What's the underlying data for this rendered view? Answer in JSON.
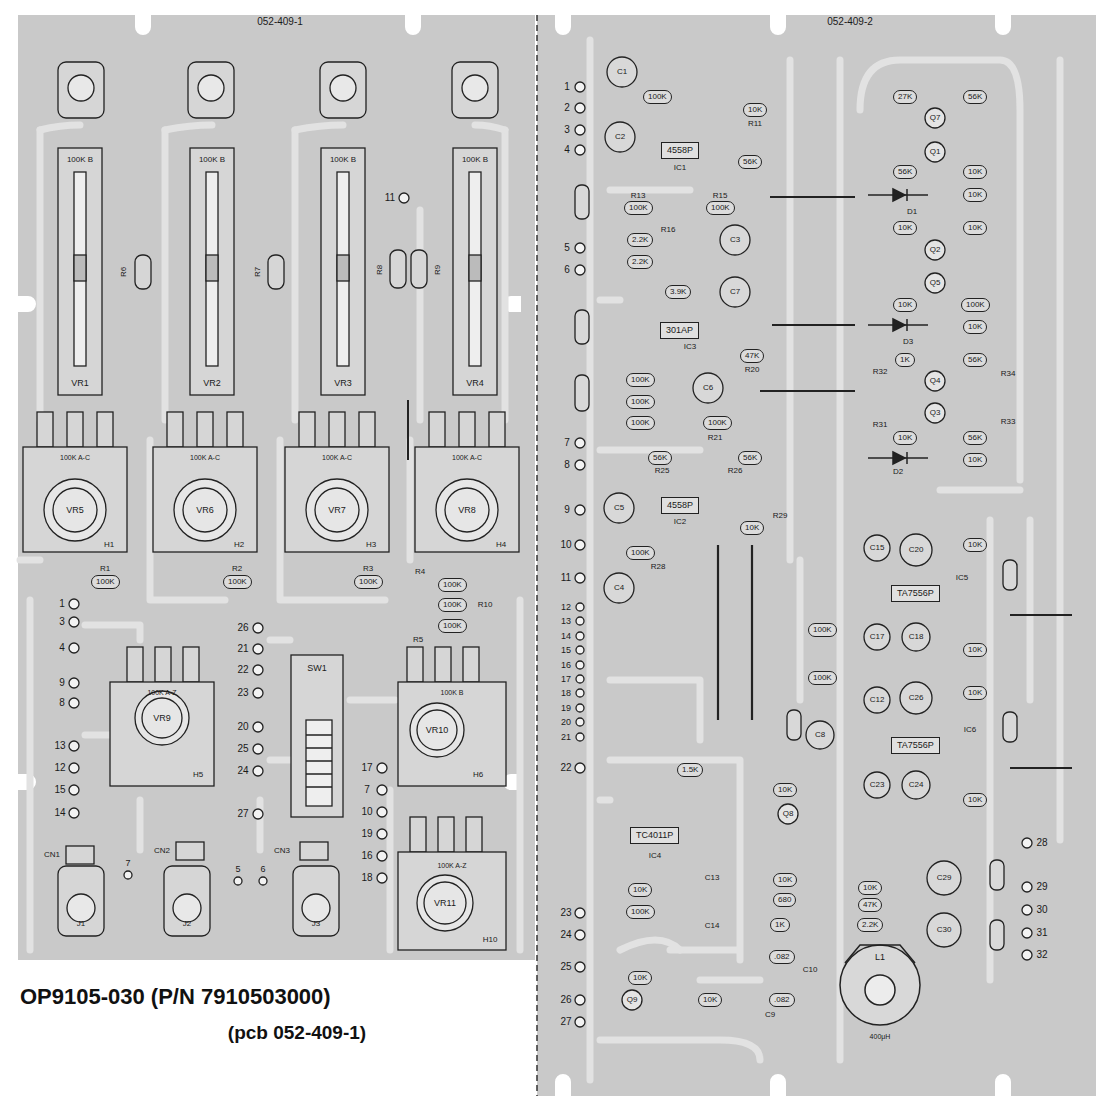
{
  "diagram": {
    "caption": "OP9105-030 (P/N 7910503000)",
    "nodes": [
      {
        "text": [
          "100K"
        ]
      },
      {
        "text": [
          "100K"
        ]
      },
      {
        "text": [
          "100K"
        ]
      },
      {
        "text": [
          "100K"
        ]
      },
      {
        "text": [
          "100K"
        ]
      },
      {
        "text": [
          "100K"
        ]
      },
      {
        "text": [
          "100K"
        ]
      },
      {
        "text": [
          "10K"
        ]
      },
      {
        "text": [
          "4558P"
        ]
      },
      {
        "text": [
          "56K"
        ]
      },
      {
        "text": [
          "100K"
        ]
      },
      {
        "text": [
          "100K"
        ]
      },
      {
        "text": [
          "2.2K"
        ]
      },
      {
        "text": [
          "2.2K"
        ]
      },
      {
        "text": [
          "3.9K"
        ]
      },
      {
        "text": [
          "301AP"
        ]
      },
      {
        "text": [
          "47K"
        ]
      },
      {
        "text": [
          "100K"
        ]
      },
      {
        "text": [
          "100K"
        ]
      },
      {
        "text": [
          "100K"
        ]
      },
      {
        "text": [
          "100K"
        ]
      },
      {
        "text": [
          "56K"
        ]
      },
      {
        "text": [
          "56K"
        ]
      },
      {
        "text": [
          "4558P"
        ]
      },
      {
        "text": [
          "10K"
        ]
      },
      {
        "text": [
          "100K"
        ]
      },
      {
        "text": [
          "100K"
        ]
      },
      {
        "text": [
          "100K"
        ]
      },
      {
        "text": [
          "TC4011P"
        ]
      },
      {
        "text": [
          "TA7556P"
        ]
      },
      {
        "text": [
          "TA7556P"
        ]
      },
      {
        "text": [
          "27K"
        ]
      },
      {
        "text": [
          "56K"
        ]
      },
      {
        "text": [
          "56K"
        ]
      },
      {
        "text": [
          "10K"
        ]
      },
      {
        "text": [
          "10K"
        ]
      },
      {
        "text": [
          "10K"
        ]
      },
      {
        "text": [
          "10K"
        ]
      },
      {
        "text": [
          "10K"
        ]
      },
      {
        "text": [
          "100K"
        ]
      },
      {
        "text": [
          "10K"
        ]
      },
      {
        "text": [
          "1K"
        ]
      },
      {
        "text": [
          "56K"
        ]
      },
      {
        "text": [
          "10K"
        ]
      },
      {
        "text": [
          "56K"
        ]
      },
      {
        "text": [
          "10K"
        ]
      },
      {
        "text": [
          "10K"
        ]
      },
      {
        "text": [
          "10K"
        ]
      },
      {
        "text": [
          "10K"
        ]
      },
      {
        "text": [
          "10K"
        ]
      },
      {
        "text": [
          "1.5K"
        ]
      },
      {
        "text": [
          "10K"
        ]
      },
      {
        "text": [
          "10K"
        ]
      },
      {
        "text": [
          "100K"
        ]
      },
      {
        "text": [
          "10K"
        ]
      },
      {
        "text": [
          "680"
        ]
      },
      {
        "text": [
          "10K"
        ]
      },
      {
        "text": [
          "47K"
        ]
      },
      {
        "text": [
          "2.2K"
        ]
      },
      {
        "text": [
          "1K"
        ]
      },
      {
        "text": [
          ".082"
        ]
      },
      {
        "text": [
          ".082"
        ]
      },
      {
        "text": [
          "10K"
        ]
      },
      {
        "text": [
          "10K"
        ]
      }
    ],
    "labels": [
      "052-409-1",
      "100K B",
      "100K B",
      "100K B",
      "100K B",
      "VR1",
      "VR2",
      "VR3",
      "VR4",
      "R6",
      "R7",
      "R8",
      "R9",
      "11",
      "100K A-C",
      "100K A-C",
      "100K A-C",
      "100K A-C",
      "VR5",
      "VR6",
      "VR7",
      "VR8",
      "H1",
      "H2",
      "H3",
      "H4",
      "R1",
      "R2",
      "R3",
      "R4",
      "R10",
      "R5",
      "1",
      "3",
      "4",
      "9",
      "8",
      "13",
      "12",
      "15",
      "14",
      "26",
      "21",
      "22",
      "23",
      "20",
      "25",
      "24",
      "27",
      "17",
      "7",
      "10",
      "19",
      "16",
      "18",
      "100K A-Z",
      "VR9",
      "H5",
      "SW1",
      "100K B",
      "VR10",
      "H6",
      "CN1",
      "CN2",
      "CN3",
      "7",
      "5",
      "6",
      "J1",
      "J2",
      "J3",
      "100K A-Z",
      "VR11",
      "H10",
      "(pcb 052-409-1)",
      "052-409-2",
      "1",
      "2",
      "3",
      "4",
      "5",
      "6",
      "7",
      "8",
      "9",
      "10",
      "11",
      "12",
      "13",
      "14",
      "15",
      "16",
      "17",
      "18",
      "19",
      "20",
      "21",
      "22",
      "23",
      "24",
      "25",
      "26",
      "27",
      "28",
      "29",
      "30",
      "31",
      "32",
      "C1",
      "C2",
      "C3",
      "C7",
      "C6",
      "C5",
      "C4",
      "C8",
      "C12",
      "C15",
      "C17",
      "C18",
      "C20",
      "C23",
      "C24",
      "C26",
      "C29",
      "C30",
      "IC1",
      "IC3",
      "IC2",
      "IC4",
      "IC5",
      "IC6",
      "R11",
      "R13",
      "R15",
      "R16",
      "R20",
      "R21",
      "R25",
      "R26",
      "R28",
      "R29",
      "D1",
      "D3",
      "D2",
      "Q7",
      "Q1",
      "Q2",
      "Q5",
      "Q4",
      "Q3",
      "Q8",
      "Q9",
      "R31",
      "R32",
      "R34",
      "R33",
      "L1",
      "400μH",
      "C9",
      "C10",
      "C13",
      "C14"
    ]
  }
}
